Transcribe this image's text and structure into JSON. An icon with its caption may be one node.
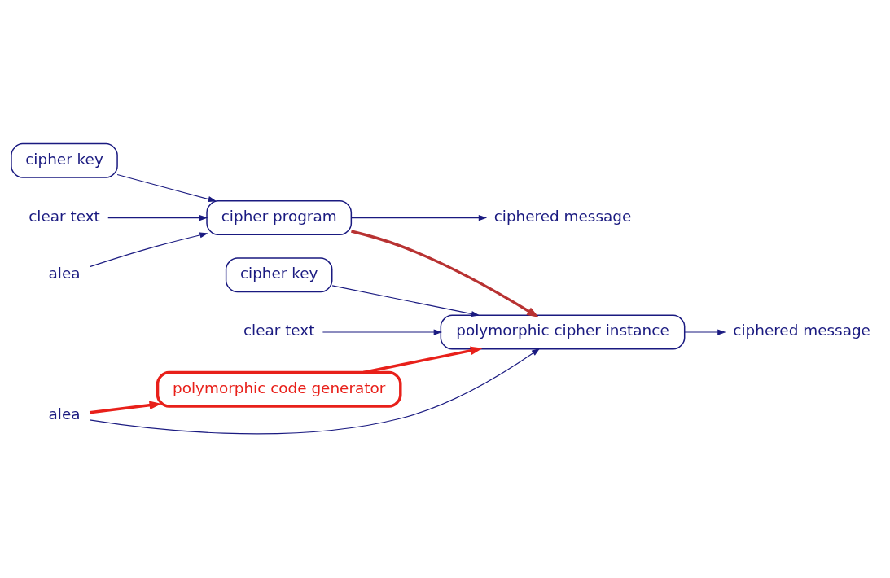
{
  "diagram": {
    "nodes": [
      {
        "text": [
          "cipher key"
        ]
      },
      {
        "text": [
          "clear text"
        ]
      },
      {
        "text": [
          "cipher program"
        ]
      },
      {
        "text": [
          "ciphered message"
        ]
      },
      {
        "text": [
          "alea"
        ]
      },
      {
        "text": [
          "cipher key"
        ]
      },
      {
        "text": [
          "clear text"
        ]
      },
      {
        "text": [
          "polymorphic code generator"
        ]
      },
      {
        "text": [
          "polymorphic cipher instance"
        ]
      },
      {
        "text": [
          "ciphered message"
        ]
      },
      {
        "text": [
          "alea"
        ]
      }
    ],
    "edges": [
      {
        "from": 0,
        "to": 2,
        "arrow": "to"
      },
      {
        "from": 1,
        "to": 2,
        "arrow": "to"
      },
      {
        "from": 2,
        "to": 3,
        "arrow": "to"
      },
      {
        "from": 4,
        "to": 2,
        "arrow": "to"
      },
      {
        "from": 2,
        "to": 8,
        "arrow": "to",
        "style": "thick",
        "color": "#b83232"
      },
      {
        "from": 5,
        "to": 8,
        "arrow": "to"
      },
      {
        "from": 6,
        "to": 8,
        "arrow": "to"
      },
      {
        "from": 7,
        "to": 8,
        "arrow": "to",
        "style": "thick",
        "color": "#e8201a"
      },
      {
        "from": 8,
        "to": 9,
        "arrow": "to"
      },
      {
        "from": 10,
        "to": 7,
        "arrow": "to",
        "style": "thick",
        "color": "#e8201a"
      },
      {
        "from": 10,
        "to": 8,
        "arrow": "to"
      }
    ]
  }
}
